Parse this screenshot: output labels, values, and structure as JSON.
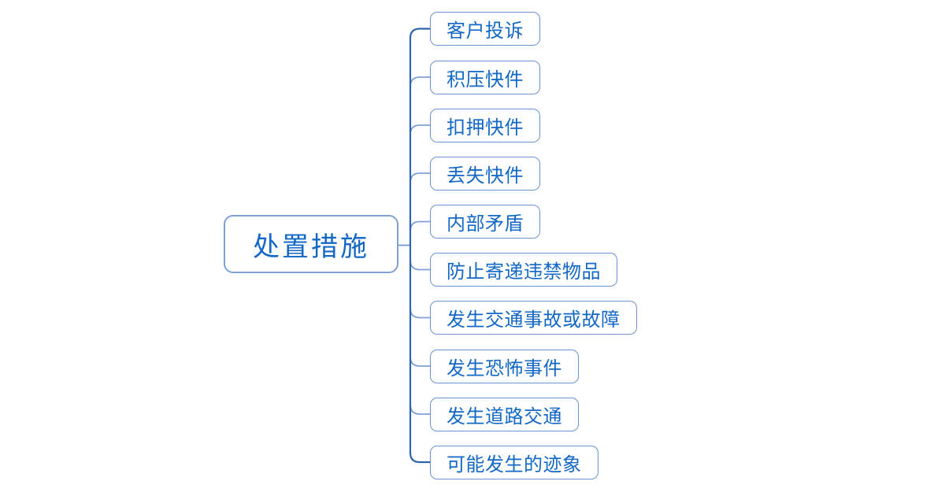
{
  "colors": {
    "trunk": "#2E66AE",
    "branch": "#7FA0D6",
    "box_border": "#6E93D0",
    "text": "#1468C5",
    "background": "#FFFFFF"
  },
  "mindmap": {
    "root": {
      "label": "处置措施"
    },
    "children": [
      {
        "label": "客户投诉"
      },
      {
        "label": "积压快件"
      },
      {
        "label": "扣押快件"
      },
      {
        "label": "丢失快件"
      },
      {
        "label": "内部矛盾"
      },
      {
        "label": "防止寄递违禁物品"
      },
      {
        "label": "发生交通事故或故障"
      },
      {
        "label": "发生恐怖事件"
      },
      {
        "label": "发生道路交通"
      },
      {
        "label": "可能发生的迹象"
      }
    ]
  }
}
